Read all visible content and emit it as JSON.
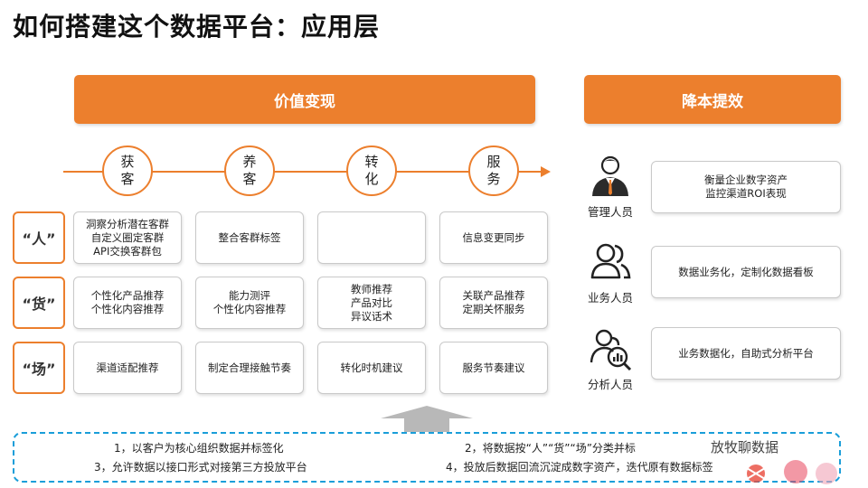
{
  "title": "如何搭建这个数据平台：应用层",
  "banners": {
    "value": "价值变现",
    "efficiency": "降本提效"
  },
  "stages": [
    "获客",
    "养客",
    "转化",
    "服务"
  ],
  "rows": [
    {
      "label": "“人”",
      "cells": [
        [
          "洞察分析潜在客群",
          "自定义圈定客群",
          "API交换客群包"
        ],
        [
          "整合客群标签"
        ],
        [],
        [
          "信息变更同步"
        ]
      ]
    },
    {
      "label": "“货”",
      "cells": [
        [
          "个性化产品推荐",
          "个性化内容推荐"
        ],
        [
          "能力测评",
          "个性化内容推荐"
        ],
        [
          "教师推荐",
          "产品对比",
          "异议话术"
        ],
        [
          "关联产品推荐",
          "定期关怀服务"
        ]
      ]
    },
    {
      "label": "“场”",
      "cells": [
        [
          "渠道适配推荐"
        ],
        [
          "制定合理接触节奏"
        ],
        [
          "转化时机建议"
        ],
        [
          "服务节奏建议"
        ]
      ]
    }
  ],
  "roles": [
    {
      "icon": "manager-icon",
      "label": "管理人员",
      "lines": [
        "衡量企业数字资产",
        "监控渠道ROI表现"
      ]
    },
    {
      "icon": "business-staff-icon",
      "label": "业务人员",
      "lines": [
        "数据业务化，定制化数据看板"
      ]
    },
    {
      "icon": "analyst-icon",
      "label": "分析人员",
      "lines": [
        "业务数据化，自助式分析平台"
      ]
    }
  ],
  "notes": {
    "n1": "1，以客户为核心组织数据并标签化",
    "n2": "2，将数据按“人”“货”“场”分类并标",
    "n3": "3，允许数据以接口形式对接第三方投放平台",
    "n4": "4，投放后数据回流沉淀成数字资产，迭代原有数据标签"
  },
  "watermark": {
    "text": "放牧聊数据",
    "logo": "鲸鱼"
  },
  "colors": {
    "accent": "#ec7f2d",
    "dashed_border": "#1a9ed9",
    "icon_dark": "#222222"
  }
}
